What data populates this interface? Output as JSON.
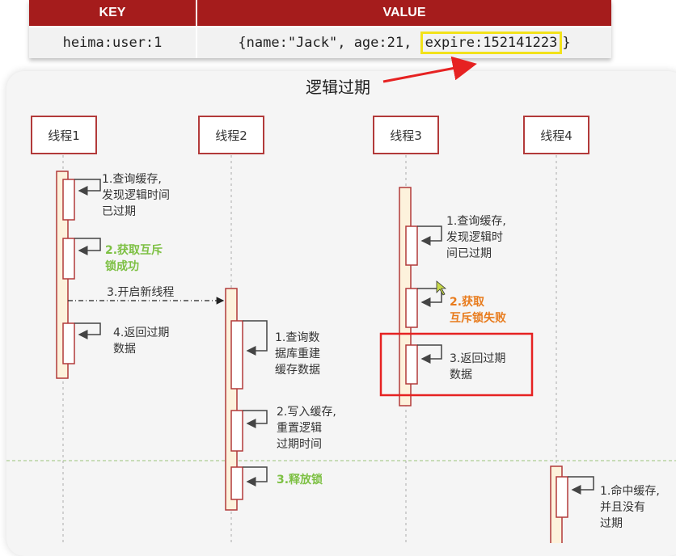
{
  "table": {
    "headers": {
      "key": "KEY",
      "value": "VALUE"
    },
    "row": {
      "key": "heima:user:1",
      "value_prefix": "{name:\"Jack\", age:21, ",
      "value_highlight": "expire:152141223",
      "value_suffix": "}"
    }
  },
  "annotation": "逻辑过期",
  "threads": [
    {
      "label": "线程1"
    },
    {
      "label": "线程2"
    },
    {
      "label": "线程3"
    },
    {
      "label": "线程4"
    }
  ],
  "steps": {
    "t1_query": "1.查询缓存,\n发现逻辑时间\n已过期",
    "t1_lock": "2.获取互斥\n锁成功",
    "t1_start": "3.开启新线程",
    "t1_return": "4.返回过期\n数据",
    "t2_query": "1.查询数\n据库重建\n缓存数据",
    "t2_write": "2.写入缓存,\n重置逻辑\n过期时间",
    "t2_release": "3.释放锁",
    "t3_query": "1.查询缓存,\n发现逻辑时\n间已过期",
    "t3_lock_fail": "2.获取\n互斥锁失败",
    "t3_return": "3.返回过期\n数据",
    "t4_hit": "1.命中缓存,\n并且没有\n过期"
  },
  "colors": {
    "header_bg": "#a51c1c",
    "highlight_border": "#f2e21a",
    "arrow_red": "#e62222",
    "success_green": "#7dc043",
    "fail_orange": "#e87b1c",
    "activation_fill": "#fdf2dc"
  }
}
